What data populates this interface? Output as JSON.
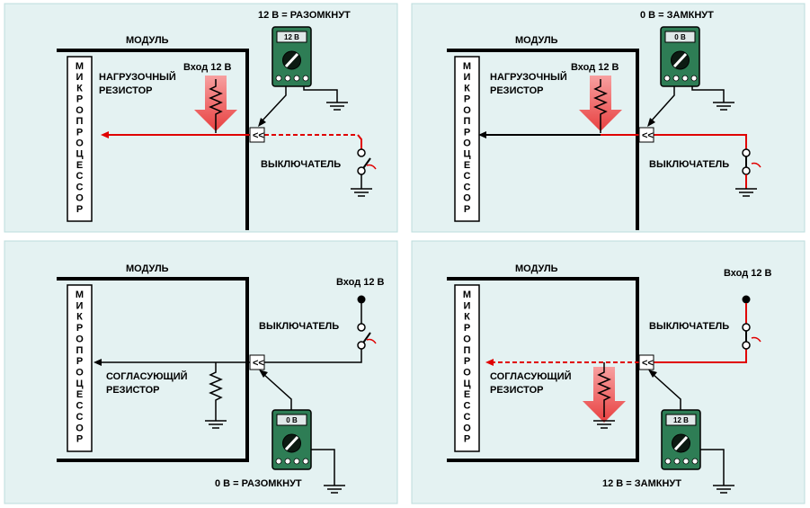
{
  "panels": [
    {
      "module_label": "МОДУЛЬ",
      "microprocessor_label": "МИКРОПРОЦЕССОР",
      "resistor_label": [
        "НАГРУЗОЧНЫЙ",
        "РЕЗИСТОР"
      ],
      "input_label": "Вход 12 В",
      "switch_label": "ВЫКЛЮЧАТЕЛЬ",
      "meter_display": "12 В",
      "caption": "12 В = РАЗОМКНУТ"
    },
    {
      "module_label": "МОДУЛЬ",
      "microprocessor_label": "МИКРОПРОЦЕССОР",
      "resistor_label": [
        "НАГРУЗОЧНЫЙ",
        "РЕЗИСТОР"
      ],
      "input_label": "Вход 12 В",
      "switch_label": "ВЫКЛЮЧАТЕЛЬ",
      "meter_display": "0 В",
      "caption": "0 В = ЗАМКНУТ"
    },
    {
      "module_label": "МОДУЛЬ",
      "microprocessor_label": "МИКРОПРОЦЕССОР",
      "resistor_label": [
        "СОГЛАСУЮЩИЙ",
        "РЕЗИСТОР"
      ],
      "input_label": "Вход 12 В",
      "switch_label": "ВЫКЛЮЧАТЕЛЬ",
      "meter_display": "0 В",
      "caption": "0 В = РАЗОМКНУТ"
    },
    {
      "module_label": "МОДУЛЬ",
      "microprocessor_label": "МИКРОПРОЦЕССОР",
      "resistor_label": [
        "СОГЛАСУЮЩИЙ",
        "РЕЗИСТОР"
      ],
      "input_label": "Вход 12 В",
      "switch_label": "ВЫКЛЮЧАТЕЛЬ",
      "meter_display": "12 В",
      "caption": "12 В = ЗАМКНУТ"
    }
  ],
  "colors": {
    "panel_bg": "#e4f2f2",
    "panel_border": "#bcdcdc",
    "current_red": "#e00000",
    "arrow_fill": "#f06060",
    "meter_body": "#2e7d55",
    "meter_screen": "#dfe8e8"
  }
}
